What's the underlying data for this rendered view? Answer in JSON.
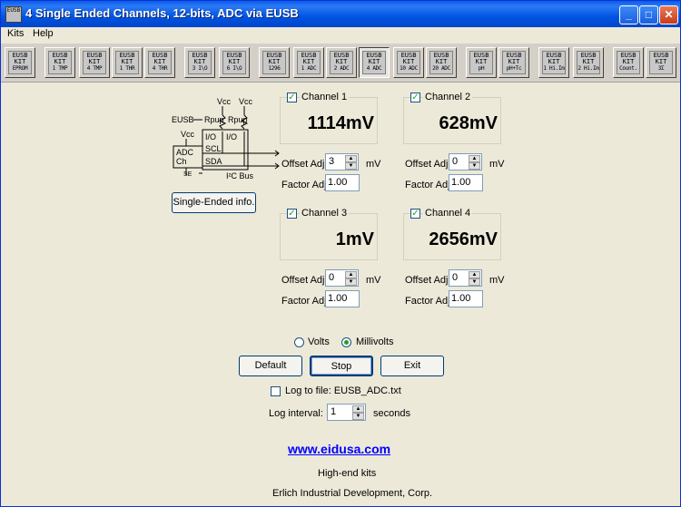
{
  "window": {
    "title": "4 Single Ended Channels, 12-bits, ADC via EUSB",
    "icon_text": "EUSB"
  },
  "menu": [
    {
      "label": "Kits"
    },
    {
      "label": "Help"
    }
  ],
  "toolbar": {
    "kits": [
      {
        "l1": "EUSB",
        "l2": "KIT",
        "l3": "EPROM"
      },
      {
        "l1": "EUSB",
        "l2": "KIT",
        "l3": "1 TMP"
      },
      {
        "l1": "EUSB",
        "l2": "KIT",
        "l3": "4 TMP"
      },
      {
        "l1": "EUSB",
        "l2": "KIT",
        "l3": "1 THR"
      },
      {
        "l1": "EUSB",
        "l2": "KIT",
        "l3": "4 THR"
      },
      {
        "l1": "EUSB",
        "l2": "KIT",
        "l3": "3 I\\O"
      },
      {
        "l1": "EUSB",
        "l2": "KIT",
        "l3": "6 I\\O"
      },
      {
        "l1": "EUSB",
        "l2": "KIT",
        "l3": "1296"
      },
      {
        "l1": "EUSB",
        "l2": "KIT",
        "l3": "1 ADC"
      },
      {
        "l1": "EUSB",
        "l2": "KIT",
        "l3": "2 ADC"
      },
      {
        "l1": "EUSB",
        "l2": "KIT",
        "l3": "4 ADC"
      },
      {
        "l1": "EUSB",
        "l2": "KIT",
        "l3": "10 ADC"
      },
      {
        "l1": "EUSB",
        "l2": "KIT",
        "l3": "20 ADC"
      },
      {
        "l1": "EUSB",
        "l2": "KIT",
        "l3": "pH"
      },
      {
        "l1": "EUSB",
        "l2": "KIT",
        "l3": "pH+Tc"
      },
      {
        "l1": "EUSB",
        "l2": "KIT",
        "l3": "1 Hi.Im"
      },
      {
        "l1": "EUSB",
        "l2": "KIT",
        "l3": "2 Hi.Im"
      },
      {
        "l1": "EUSB",
        "l2": "KIT",
        "l3": "Count."
      },
      {
        "l1": "EUSB",
        "l2": "KIT",
        "l3": "3Σ"
      }
    ]
  },
  "diagram": {
    "vcc1": "Vcc",
    "vcc2": "Vcc",
    "vcc3": "Vcc",
    "eusb": "EUSB",
    "rpup1": "Rpup",
    "rpup2": "Rpup",
    "io1": "I/O",
    "io2": "I/O",
    "scl": "SCL",
    "sda": "SDA",
    "adc": "ADC",
    "ch": "Ch",
    "se": "SE",
    "i2c": "I²C Bus"
  },
  "info_button": "Single-Ended info.",
  "offset_label": "Offset Adj.",
  "factor_label": "Factor Adj.",
  "unit_mv": "mV",
  "channels": [
    {
      "label": "Channel 1",
      "value": "1114mV",
      "offset": "3",
      "factor": "1.00"
    },
    {
      "label": "Channel 2",
      "value": "628mV",
      "offset": "0",
      "factor": "1.00"
    },
    {
      "label": "Channel 3",
      "value": "1mV",
      "offset": "0",
      "factor": "1.00"
    },
    {
      "label": "Channel 4",
      "value": "2656mV",
      "offset": "0",
      "factor": "1.00"
    }
  ],
  "units": {
    "volts": "Volts",
    "millivolts": "Millivolts"
  },
  "buttons": {
    "default": "Default",
    "stop": "Stop",
    "exit": "Exit"
  },
  "log": {
    "label": "Log to file: EUSB_ADC.txt",
    "interval_label": "Log interval:",
    "interval": "1",
    "seconds": "seconds"
  },
  "footer": {
    "url": "www.eidusa.com",
    "tagline": "High-end kits",
    "company": "Erlich Industrial Development, Corp."
  },
  "colors": {
    "titlebar": "#0054e3",
    "link": "#0000ff",
    "check": "#21a121"
  }
}
